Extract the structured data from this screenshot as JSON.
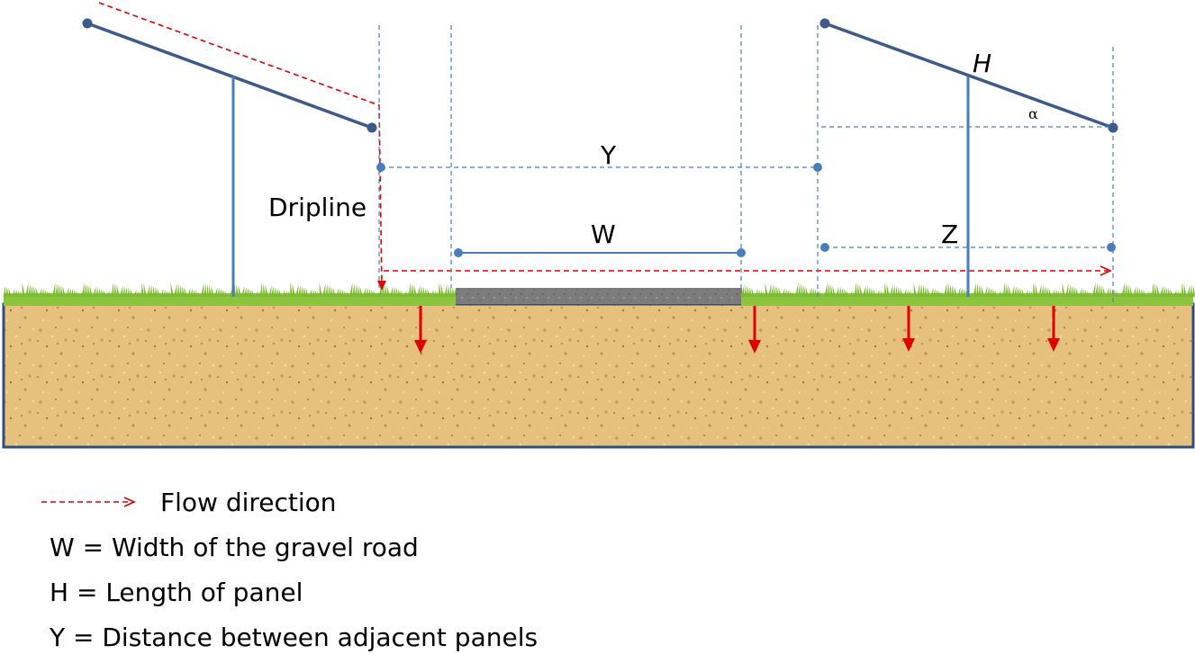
{
  "labels": {
    "dripline": "Dripline",
    "y": "Y",
    "w": "W",
    "z": "Z",
    "h": "H",
    "alpha": "α"
  },
  "legend": {
    "flow": "Flow direction",
    "w_def": "W = Width of the gravel road",
    "h_def": "H = Length of panel",
    "y_def": "Y = Distance between adjacent panels"
  },
  "colors": {
    "panel": "#3D5A8A",
    "dimension": "#4A7EBB",
    "flow": "#E00000",
    "grass": "#8BC53F",
    "road": "#7A7A7A",
    "soil": "#E3BE7A",
    "border": "#2F4E7E"
  }
}
